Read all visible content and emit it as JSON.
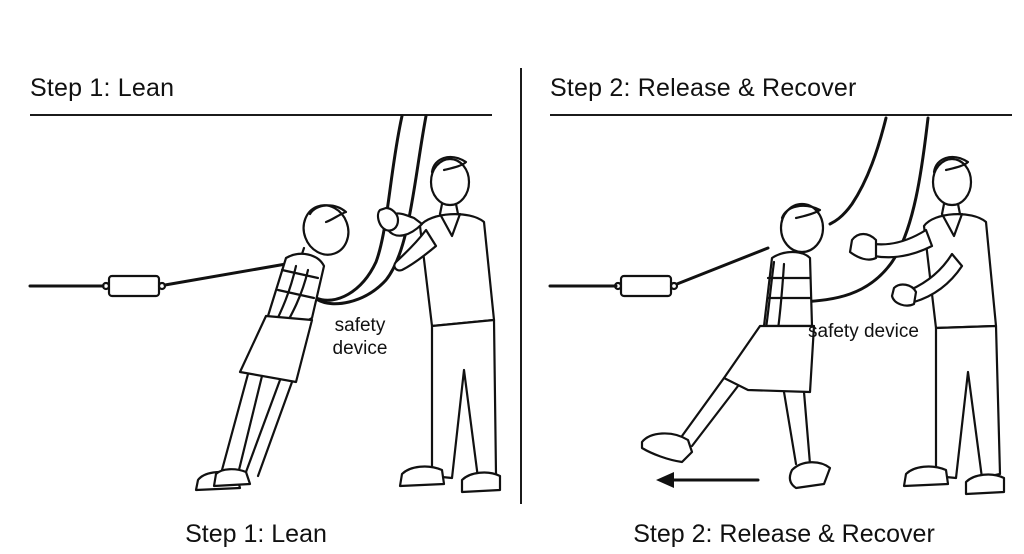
{
  "panels": [
    {
      "title": "Step 1: Lean",
      "caption": "Step 1: Lean",
      "label_lines": [
        "safety",
        "device"
      ]
    },
    {
      "title": "Step 2: Release & Recover",
      "caption": "Step 2: Release & Recover",
      "label": "safety device"
    }
  ]
}
